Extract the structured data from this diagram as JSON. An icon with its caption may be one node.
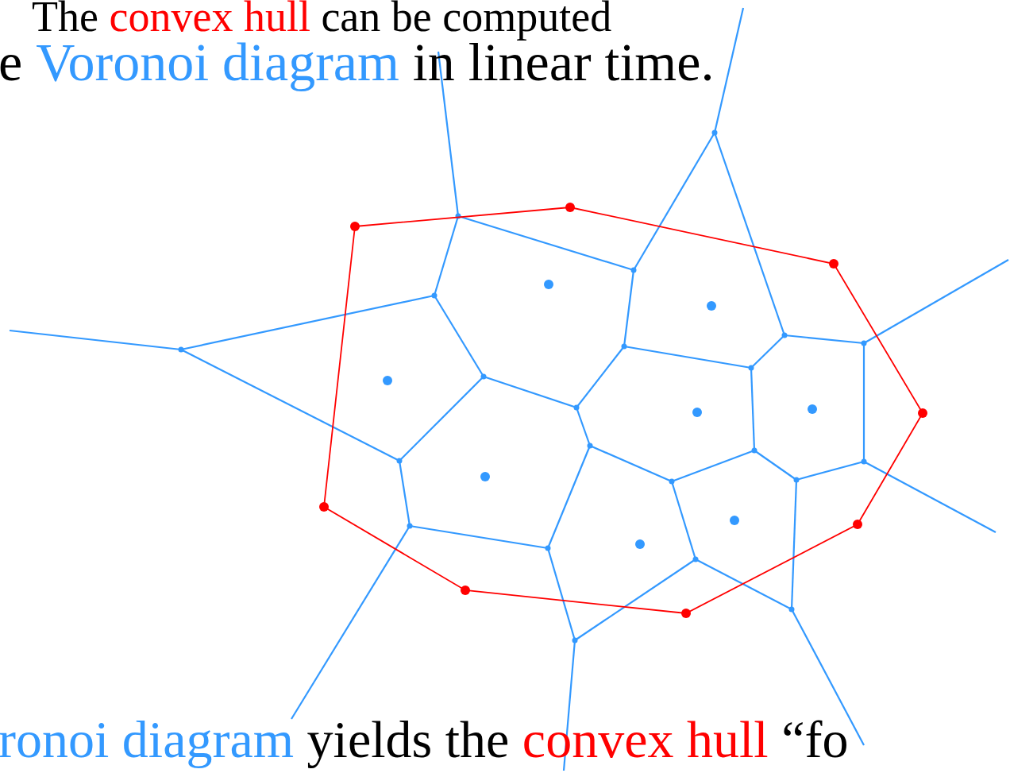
{
  "diagram": {
    "labels": [
      "The",
      "convex hull",
      "can be computed",
      "e",
      "Voronoi diagram",
      "in linear time.",
      "ronoi diagram",
      "yields the",
      "convex hull",
      "“fo"
    ]
  }
}
